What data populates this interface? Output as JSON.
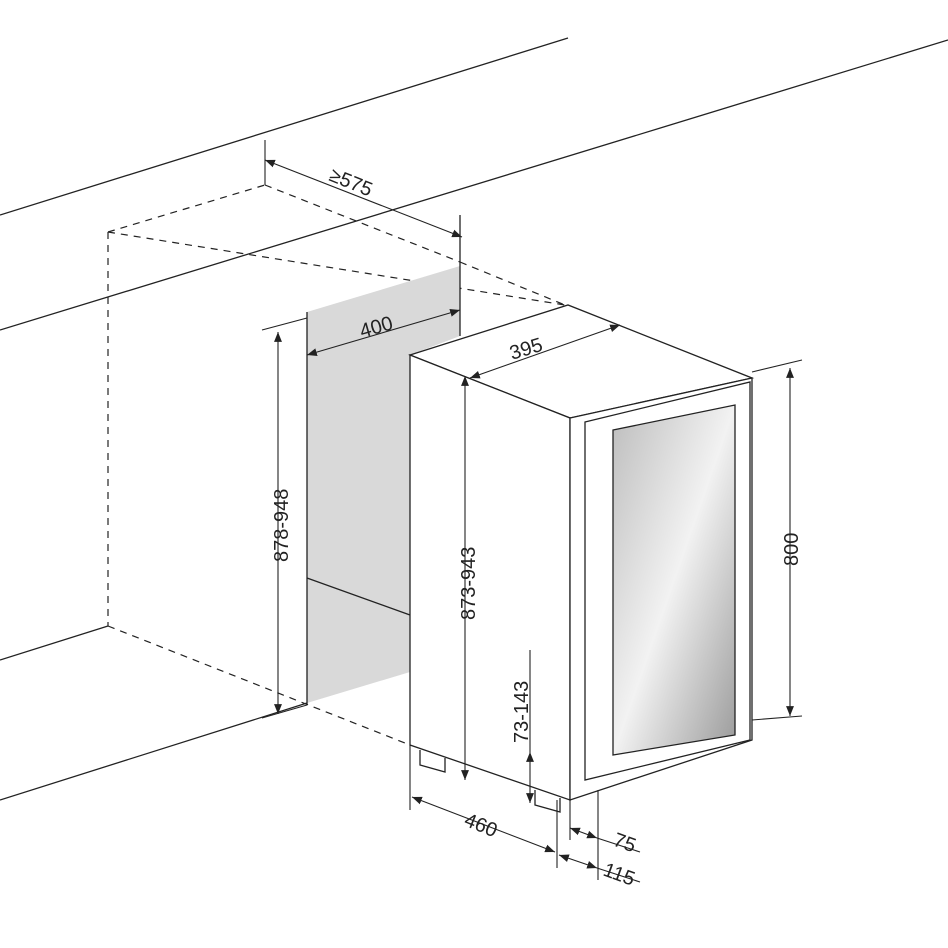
{
  "dimensions": {
    "min_depth": "≥575",
    "niche_width": "400",
    "unit_width": "395",
    "niche_height": "878-948",
    "unit_height": "873-943",
    "door_height": "800",
    "foot_height": "73-143",
    "unit_depth": "460",
    "door_offset": "75",
    "door_depth_total": "115"
  },
  "colors": {
    "line": "#222222",
    "niche_fill": "#d9d9d9"
  }
}
